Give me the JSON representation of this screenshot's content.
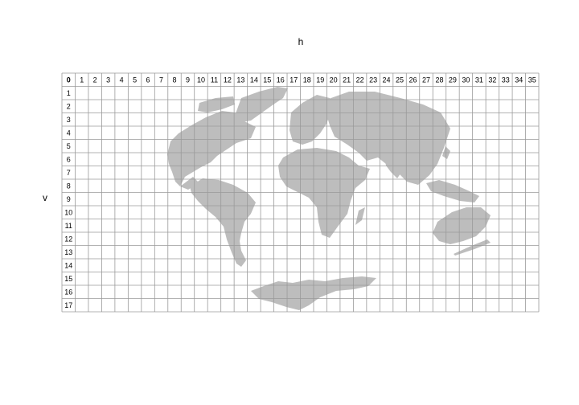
{
  "title_top": "h",
  "title_left": "v",
  "grid": {
    "columns": 36,
    "rows": 18,
    "origin_label": "0"
  },
  "colors": {
    "land": "#bdbdbd",
    "grid": "#9a9a9a",
    "background": "#ffffff"
  }
}
